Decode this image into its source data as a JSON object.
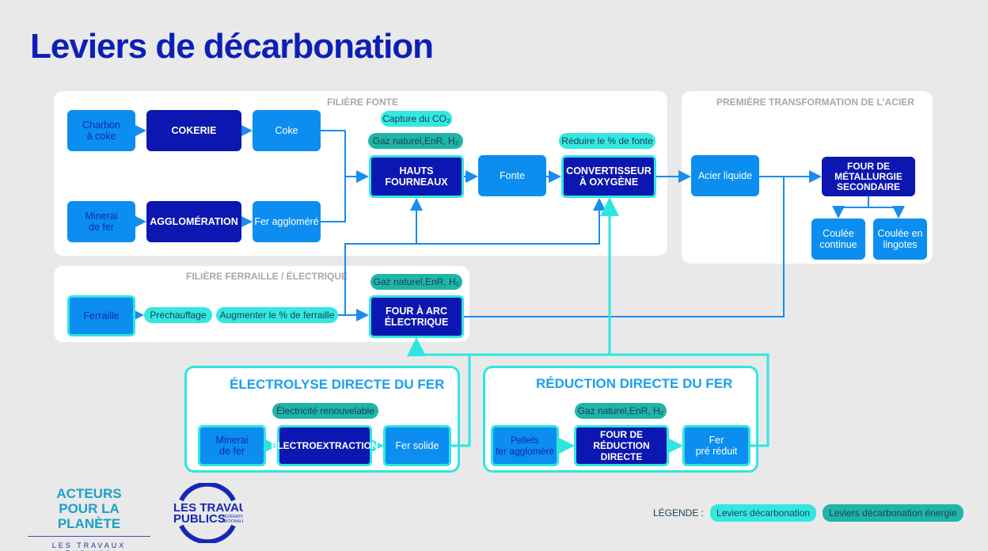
{
  "title": "Leviers de décarbonation",
  "panels": {
    "fonte": "FILIÈRE FONTE",
    "premiere": "PREMIÈRE TRANSFORMATION DE L'ACIER",
    "ferraille": "FILIÈRE FERRAILLE / ÉLECTRIQUE",
    "electrolyse": "ÉLECTROLYSE DIRECTE DU FER",
    "reduction": "RÉDUCTION DIRECTE DU FER"
  },
  "boxes": {
    "charbon": "Charbon\nà coke",
    "cokerie": "COKERIE",
    "coke": "Coke",
    "minerai": "Minerai\nde fer",
    "agglomeration": "AGGLOMÉRATION",
    "fer_agglomere": "Fer aggloméré",
    "hauts_fourneaux": "HAUTS\nFOURNEAUX",
    "fonte": "Fonte",
    "convertisseur": "CONVERTISSEUR\nÀ OXYGÈNE",
    "acier_liquide": "Acier liquide",
    "four_metallurgie": "FOUR DE\nMÉTALLURGIE\nSECONDAIRE",
    "coulee_continue": "Coulée\ncontinue",
    "coulee_lingotes": "Coulée en\nlingotes",
    "ferraille": "Ferraille",
    "four_arc": "FOUR À ARC\nÉLECTRIQUE",
    "minerai2": "Minerai\nde fer",
    "electroextraction": "ELECTROEXTRACTION",
    "fer_solide": "Fer solide",
    "pellets": "Pellets\nfer aggloméré",
    "four_reduction": "FOUR DE RÉDUCTION\nDIRECTE",
    "fer_prereduit": "Fer\npré réduit"
  },
  "levers": {
    "capture": "Capture du CO₂",
    "gaz1": "Gaz naturel,EnR, H₂",
    "reduire": "Réduire le % de fonte",
    "gaz2": "Gaz naturel,EnR, H₂",
    "prechauffage": "Préchauffage",
    "augmenter": "Augmenter le % de ferraille",
    "electricite": "Électricité renouvelable",
    "gaz3": "Gaz naturel,EnR, H₂"
  },
  "legend": {
    "label": "LÉGENDE :",
    "lever": "Leviers décarbonation",
    "energy": "Leviers décarbonation énergie"
  },
  "logos": {
    "acteurs_line1": "ACTEURS",
    "acteurs_line2": "POUR LA PLANÈTE",
    "acteurs_sub": "LES TRAVAUX PUBLICS",
    "fntp": "LES TRAVAUX PUBLICS FÉDÉRATION NATIONALE"
  },
  "colors": {
    "title": "#0d1fb8",
    "light_box": "#0b8ef0",
    "dark_box": "#0c16b0",
    "lever": "#33e8e0",
    "energy_lever": "#1fb5a8",
    "flow": "#1a8cef"
  }
}
